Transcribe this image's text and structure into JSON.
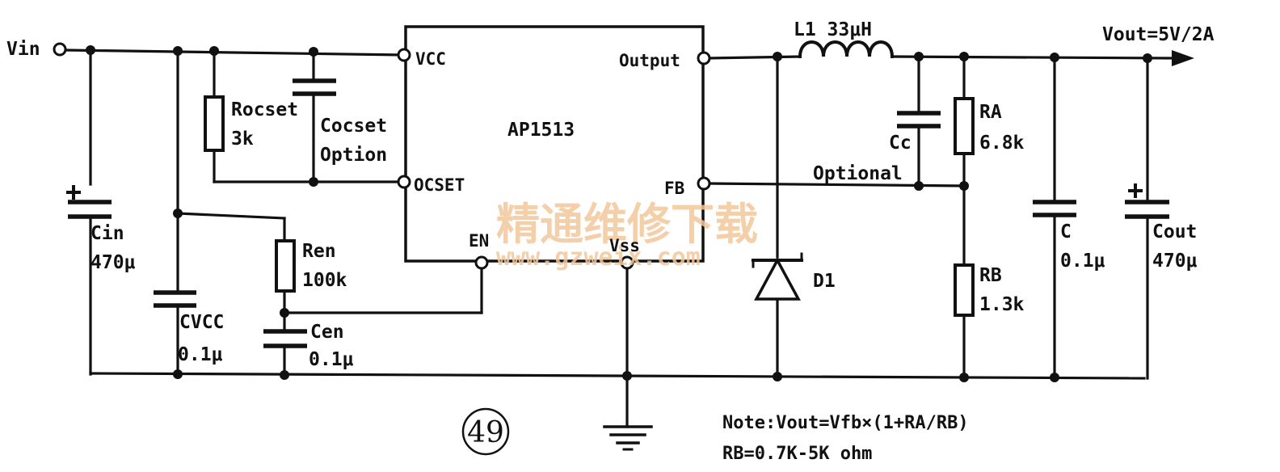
{
  "labels": {
    "vin": "Vin",
    "vout": "Vout=5V/2A",
    "inductor": "L1 33μH",
    "rocset_name": "Rocset",
    "rocset_value": "3k",
    "cocset_name": "Cocset",
    "cocset_value": "Option",
    "cin_name": "Cin",
    "cin_value": "470μ",
    "cvcc_name": "CVCC",
    "cvcc_value": "0.1μ",
    "ren_name": "Ren",
    "ren_value": "100k",
    "cen_name": "Cen",
    "cen_value": "0.1μ",
    "cc_name": "Cc",
    "optional": "Optional",
    "ra_name": "RA",
    "ra_value": "6.8k",
    "rb_name": "RB",
    "rb_value": "1.3k",
    "c_name": "C",
    "c_value": "0.1μ",
    "cout_name": "Cout",
    "cout_value": "470μ",
    "d1": "D1"
  },
  "ic": {
    "name": "AP1513",
    "pins": {
      "vcc": "VCC",
      "ocset": "OCSET",
      "en": "EN",
      "vss": "Vss",
      "output": "Output",
      "fb": "FB"
    }
  },
  "figure_number": "49",
  "watermark": {
    "text": "精通维修下载",
    "url": "www.gzweix.com"
  },
  "notes": {
    "line1": "Note:Vout=Vfb×(1+RA/RB)",
    "line2": "RB=0.7K-5K ohm"
  }
}
